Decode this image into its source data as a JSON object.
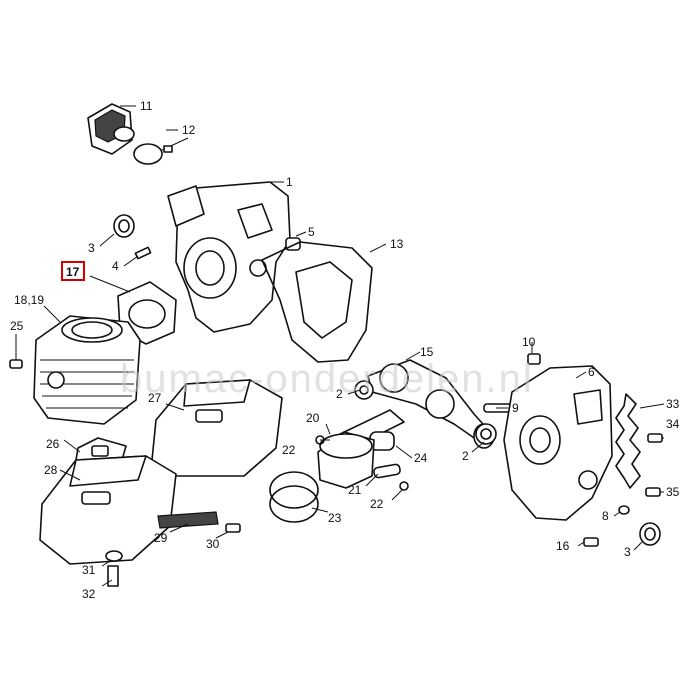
{
  "watermark": "bumac-onderdelen.nl",
  "highlight_color": "#d40000",
  "callouts": {
    "c1": "1",
    "c2a": "2",
    "c2b": "2",
    "c3a": "3",
    "c3b": "3",
    "c4": "4",
    "c5": "5",
    "c6": "6",
    "c8": "8",
    "c9": "9",
    "c10": "10",
    "c11": "11",
    "c12": "12",
    "c13": "13",
    "c15": "15",
    "c16": "16",
    "c17": "17",
    "c18_19": "18,19",
    "c20": "20",
    "c21": "21",
    "c22a": "22",
    "c22b": "22",
    "c23": "23",
    "c24": "24",
    "c25": "25",
    "c26": "26",
    "c27": "27",
    "c28": "28",
    "c29": "29",
    "c30": "30",
    "c31": "31",
    "c32": "32",
    "c33": "33",
    "c34": "34",
    "c35": "35"
  },
  "highlighted_part": "17"
}
